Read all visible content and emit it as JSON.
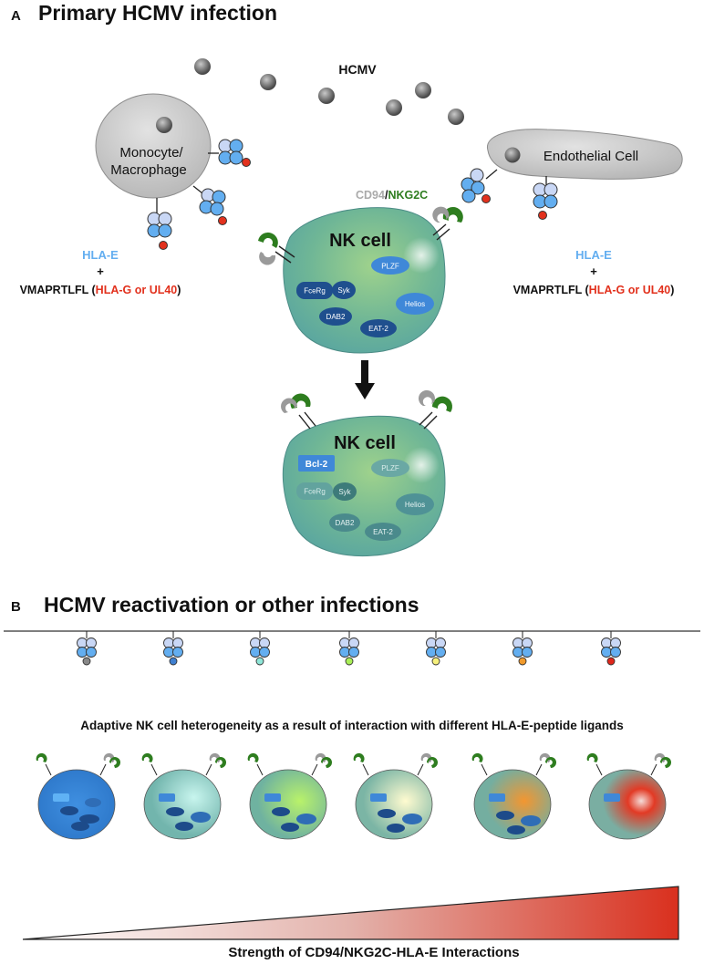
{
  "panel_a": {
    "letter": "A",
    "title": "Primary HCMV infection",
    "hcmv_label": "HCMV",
    "monocyte_line1": "Monocyte/",
    "monocyte_line2": "Macrophage",
    "endothelial_label": "Endothelial Cell",
    "receptor_label_cd94": "CD94",
    "receptor_label_slash": "/",
    "receptor_label_nkg2c": "NKG2C",
    "nk_cell_title": "NK cell",
    "nk_proteins": [
      "PLZF",
      "FceRg",
      "Syk",
      "Helios",
      "DAB2",
      "EAT-2"
    ],
    "adaptive_proteins": [
      "Bcl-2",
      "PLZF",
      "FceRg",
      "Syk",
      "Helios",
      "DAB2",
      "EAT-2"
    ],
    "left_ligand": {
      "hla_e": "HLA-E",
      "plus": "+",
      "peptide": "VMAPRTLFL",
      "paren_open": " (",
      "source": "HLA-G or UL40",
      "paren_close": ")"
    },
    "right_ligand": {
      "hla_e": "HLA-E",
      "plus": "+",
      "peptide": "VMAPRTLFL",
      "paren_open": " (",
      "source": "HLA-G or UL40",
      "paren_close": ")"
    }
  },
  "panel_b": {
    "letter": "B",
    "title": "HCMV reactivation or other infections",
    "peptide_colors": [
      "#888888",
      "#3f7fd0",
      "#8fe6d8",
      "#a9ef57",
      "#f6f07c",
      "#f19a2c",
      "#e0261b"
    ],
    "heterogeneity_caption": "Adaptive NK cell heterogeneity as a result of interaction with different HLA-E-peptide ligands",
    "gradient_caption": "Strength of CD94/NKG2C-HLA-E Interactions"
  },
  "colors": {
    "hla_blue": "#63aef0",
    "source_red": "#e2311d",
    "receptor_green": "#2e7d1f",
    "receptor_grey": "#aaaaaa",
    "nk_green": "#7fc17d",
    "nk_teal": "#5aa6a0",
    "gradient_end": "#d9301e"
  }
}
